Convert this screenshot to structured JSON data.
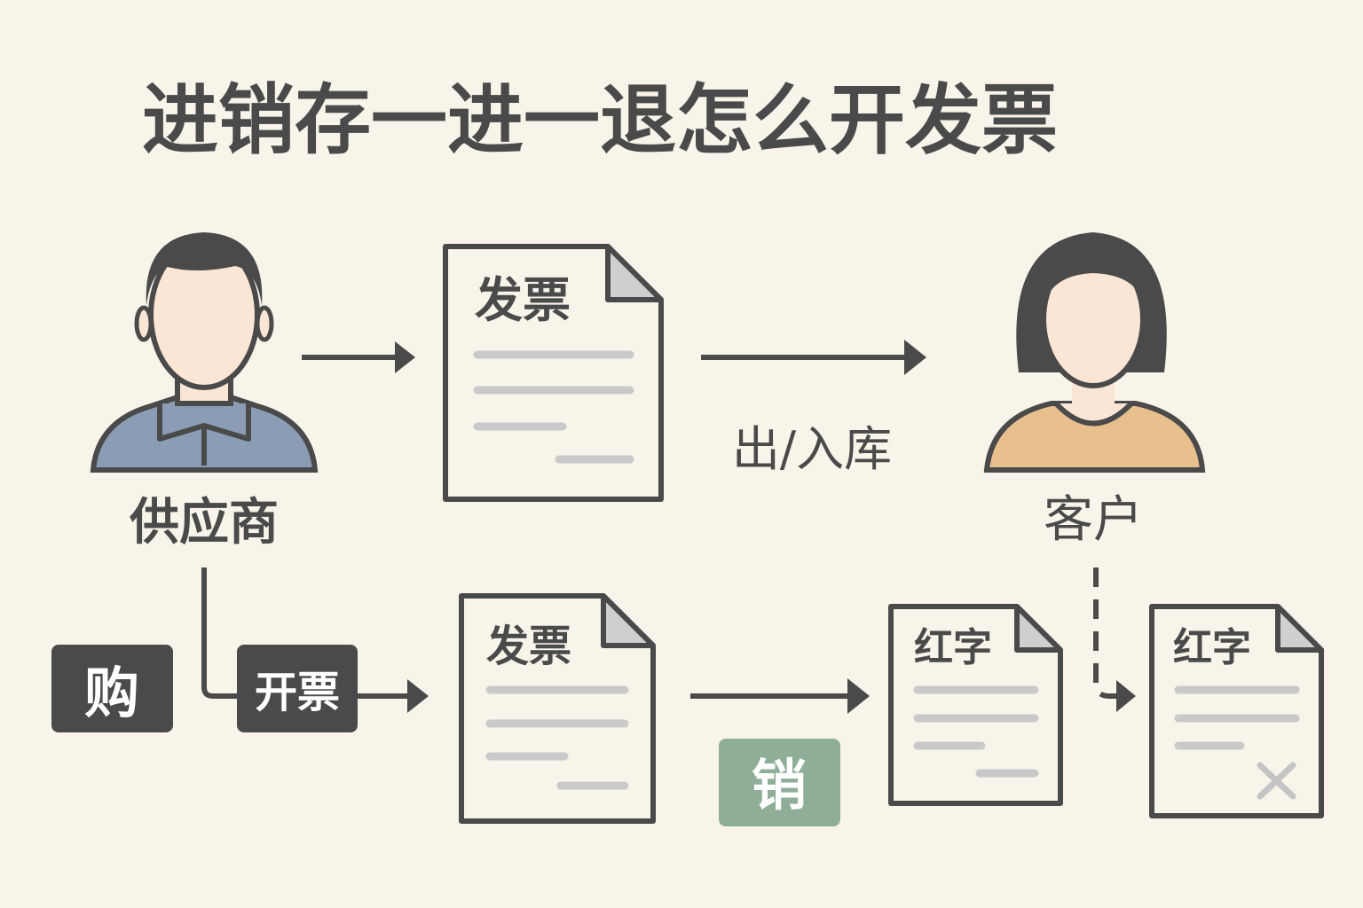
{
  "title": "进销存一进一退怎么开发票",
  "supplier": {
    "label": "供应商",
    "shirt_color": "#8a9db5"
  },
  "customer": {
    "label": "客户",
    "shirt_color": "#e8c08e"
  },
  "top_invoice": {
    "label": "发票"
  },
  "stock_label": "出/入库",
  "purchase_box": {
    "label": "购"
  },
  "issue_box": {
    "label": "开票"
  },
  "bottom_invoice": {
    "label": "发票"
  },
  "sales_box": {
    "label": "销",
    "color": "#8fae98"
  },
  "red_invoice_1": {
    "label": "红字"
  },
  "red_invoice_2": {
    "label": "红字"
  }
}
